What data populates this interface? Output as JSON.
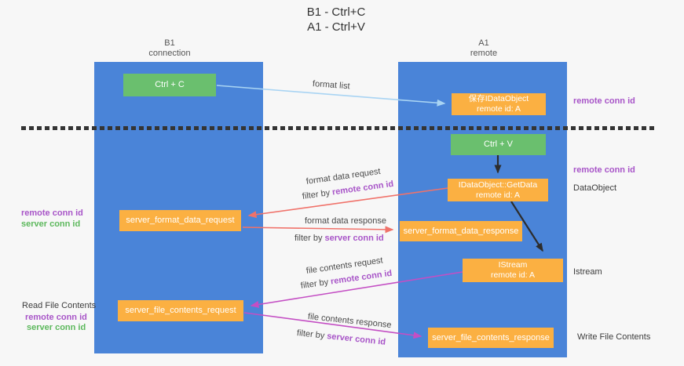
{
  "title": {
    "line1": "B1 - Ctrl+C",
    "line2": "A1 - Ctrl+V"
  },
  "columns": {
    "left": {
      "name": "B1",
      "role": "connection"
    },
    "right": {
      "name": "A1",
      "role": "remote"
    }
  },
  "nodes": {
    "ctrl_c": {
      "label": "Ctrl + C"
    },
    "save_idataobject": {
      "line1": "保存IDataObject",
      "line2": "remote id: A"
    },
    "ctrl_v": {
      "label": "Ctrl + V"
    },
    "getdata": {
      "line1": "IDataObject::GetData",
      "line2": "remote id: A"
    },
    "format_request": {
      "label": "server_format_data_request"
    },
    "format_response": {
      "label": "server_format_data_response"
    },
    "istream": {
      "line1": "IStream",
      "line2": "remote id: A"
    },
    "file_request": {
      "label": "server_file_contents_request"
    },
    "file_response": {
      "label": "server_file_contents_response"
    }
  },
  "side_labels": {
    "remote_conn_id_top": "remote conn id",
    "remote_conn_id_mid": "remote conn id",
    "dataobject": "DataObject",
    "istream": "Istream",
    "write_file_contents": "Write File Contents",
    "read_file_contents": "Read File Contents",
    "left_remote_conn_id_1": "remote conn id",
    "left_server_conn_id_1": "server conn id",
    "left_remote_conn_id_2": "remote conn id",
    "left_server_conn_id_2": "server conn id"
  },
  "arrow_labels": {
    "format_list": "format list",
    "format_data_request": "format data request",
    "format_data_response": "format data response",
    "file_contents_request": "file contents request",
    "file_contents_response": "file contents response",
    "filter_by": "filter by",
    "remote_conn_id": "remote conn id",
    "server_conn_id": "server conn id"
  },
  "colors": {
    "background": "#f7f7f7",
    "column_blue": "#4a84d8",
    "node_green": "#6abf6e",
    "node_orange": "#fbb042",
    "purple_label": "#a855c8",
    "green_label": "#5cb85c",
    "red_arrow": "#f0726a",
    "magenta_arrow": "#c44fc4",
    "light_blue_arrow": "#a9d4f3",
    "black_arrow": "#2d2d2d"
  }
}
